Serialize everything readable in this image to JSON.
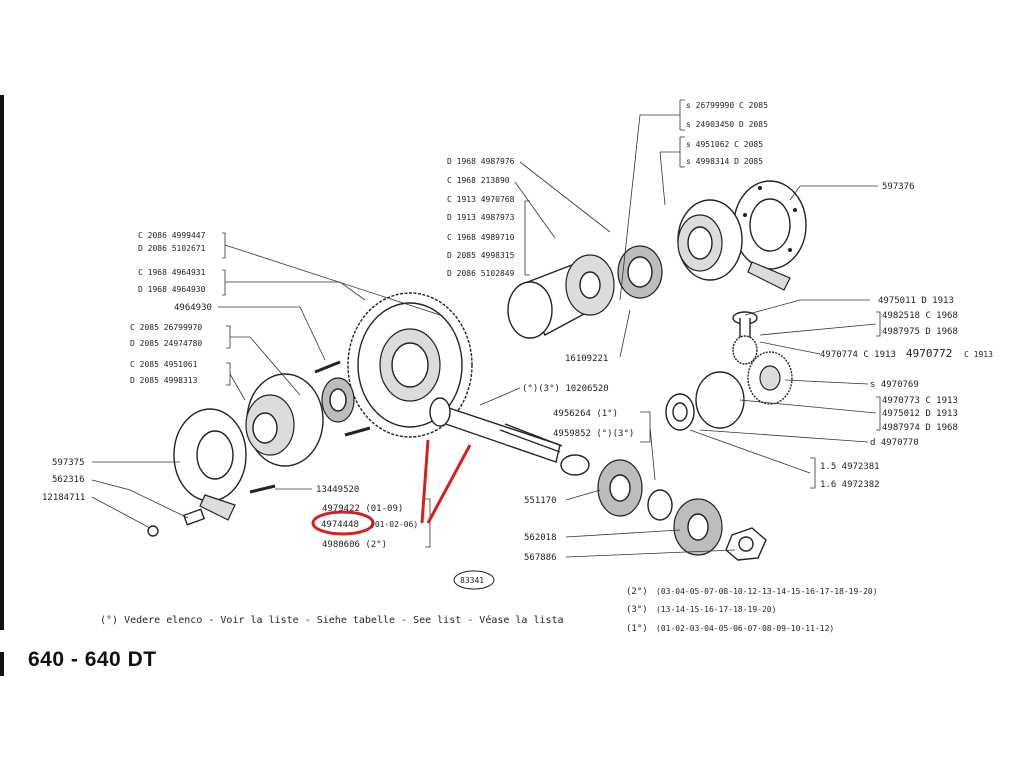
{
  "page_title": "640 - 640 DT",
  "plate_number": "83341",
  "footnote": "(°) Vedere elenco  - Voir la liste - Siehe tabelle - See list - Véase la lista",
  "applicability": [
    {
      "mark": "(2°)",
      "list": "(03-04-05-07-08-10-12-13-14-15-16-17-18-19-20)"
    },
    {
      "mark": "(3°)",
      "list": "(13-14-15-16-17-18-19-20)"
    },
    {
      "mark": "(1°)",
      "list": "(01-02-03-04-05-06-07-08-09-10-11-12)"
    }
  ],
  "labels": {
    "s_26799990": "s 26799990  C 2085",
    "s_24903450": "s 24903450  D 2085",
    "s_4951062": "s 4951062   C 2085",
    "s_4998314": "s 4998314   D 2085",
    "p597376": "597376",
    "d1968_4987976": "D 1968 4987976",
    "c1968_213890": "C 1968  213890",
    "c1913_4970768": "C 1913  4970768",
    "d1913_4987973": "D 1913  4987973",
    "c1968_4989710": "C 1968  4989710",
    "d2085_4998315": "D 2085  4998315",
    "d2086_5102849": "D 2086  5102849",
    "c2086_4999447": "C 2086  4999447",
    "d2086_5102671": "D 2086  5102671",
    "c1968_4964931": "C 1968  4964931",
    "d1968_4964930": "D 1968  4964930",
    "p4964930": "4964930",
    "c2085_26799970": "C 2085  26799970",
    "d2085_24974780": "D 2085  24974780",
    "c2085_4951061": "C 2085  4951061",
    "d2085_4998313": "D 2085  4998313",
    "p597375": "597375",
    "p562316": "562316",
    "p12184711": "12184711",
    "p13449520": "13449520",
    "p4979422": "4979422  (01-09)",
    "p4974448": "4974448",
    "p4974448_range": "(01-02-06)",
    "p4980606": "4980606  (2°)",
    "p16109221": "16109221",
    "p10206520": "(°)(3°) 10206520",
    "p4956264": "4956264  (1°)",
    "p4959852": "4959852  (°)(3°)",
    "p551170": "551170",
    "p562018": "562018",
    "p567886": "567886",
    "p4975011": "4975011  D 1913",
    "p4982518": "4982518  C 1968",
    "p4987975": "4987975  D 1968",
    "p4970774": "4970774  C 1913",
    "p4970772": "4970772",
    "p4970772_code": "C 1913",
    "p4970769": "s 4970769",
    "p4970773": "4970773  C 1913",
    "p4975012": "4975012  D 1913",
    "p4987974": "4987974  D 1968",
    "p4970770": "d 4970770",
    "p4972381": "1.5   4972381",
    "p4972382": "1.6   4972382"
  },
  "colors": {
    "highlight": "#d42020",
    "ink": "#222222"
  }
}
